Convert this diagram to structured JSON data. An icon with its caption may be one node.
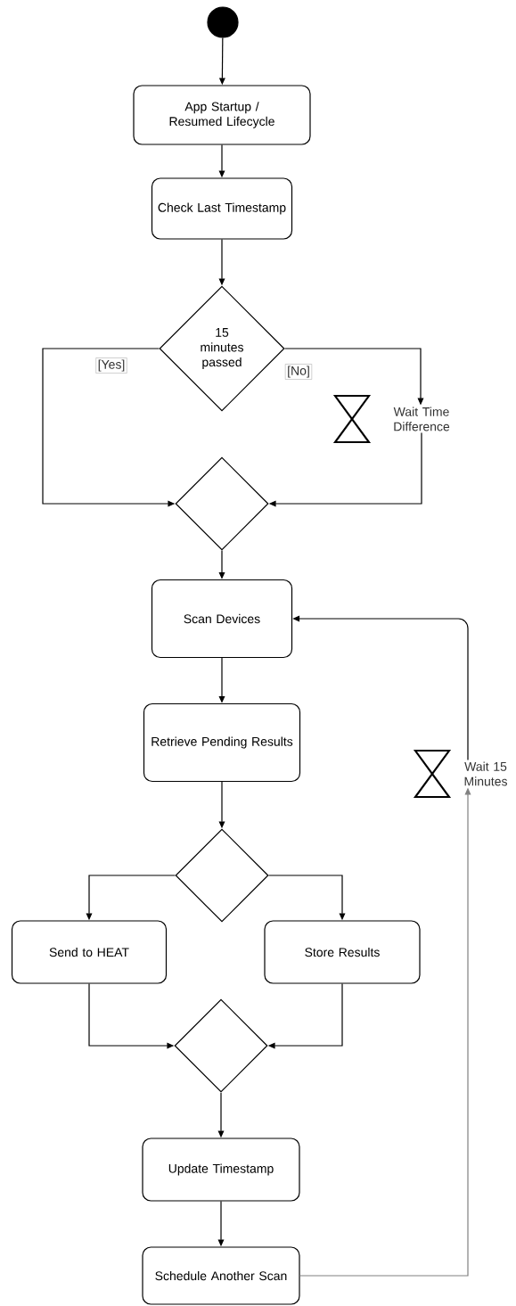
{
  "diagram": {
    "nodes": [
      {
        "text": [],
        "shape": "circle"
      },
      {
        "text": [
          "App Startup / Resumed Lifecycle"
        ]
      },
      {
        "text": [
          "Check Last Timestamp"
        ]
      },
      {
        "text": [
          "15 minutes passed"
        ]
      },
      {
        "text": [
          "Wait Time Difference"
        ]
      },
      {
        "text": [],
        "shape": "diamond"
      },
      {
        "text": [
          "Scan Devices"
        ]
      },
      {
        "text": [
          "Retrieve Pending Results"
        ]
      },
      {
        "text": [],
        "shape": "diamond"
      },
      {
        "text": [
          "Send to HEAT"
        ]
      },
      {
        "text": [
          "Store Results"
        ]
      },
      {
        "text": [],
        "shape": "diamond"
      },
      {
        "text": [
          "Update Timestamp"
        ]
      },
      {
        "text": [
          "Schedule Another Scan"
        ]
      },
      {
        "text": [
          "Wait 15 Minutes"
        ]
      }
    ],
    "edges": [
      {
        "from": 0,
        "to": 1,
        "arrow": "to"
      },
      {
        "from": 1,
        "to": 2,
        "arrow": "to"
      },
      {
        "from": 2,
        "to": 3,
        "arrow": "to"
      },
      {
        "from": 3,
        "to": 5,
        "arrow": "to",
        "label": "[Yes]"
      },
      {
        "from": 3,
        "to": 4,
        "arrow": "to",
        "label": "[No]"
      },
      {
        "from": 4,
        "to": 5,
        "arrow": "to"
      },
      {
        "from": 5,
        "to": 6,
        "arrow": "to"
      },
      {
        "from": 6,
        "to": 7,
        "arrow": "to"
      },
      {
        "from": 7,
        "to": 8,
        "arrow": "to"
      },
      {
        "from": 8,
        "to": 9,
        "arrow": "to"
      },
      {
        "from": 8,
        "to": 10,
        "arrow": "to"
      },
      {
        "from": 9,
        "to": 11,
        "arrow": "to"
      },
      {
        "from": 10,
        "to": 11,
        "arrow": "to"
      },
      {
        "from": 11,
        "to": 12,
        "arrow": "to"
      },
      {
        "from": 12,
        "to": 13,
        "arrow": "to"
      },
      {
        "from": 13,
        "to": 14,
        "arrow": "to",
        "color": "#808080"
      },
      {
        "from": 14,
        "to": 6,
        "arrow": "to"
      }
    ]
  }
}
